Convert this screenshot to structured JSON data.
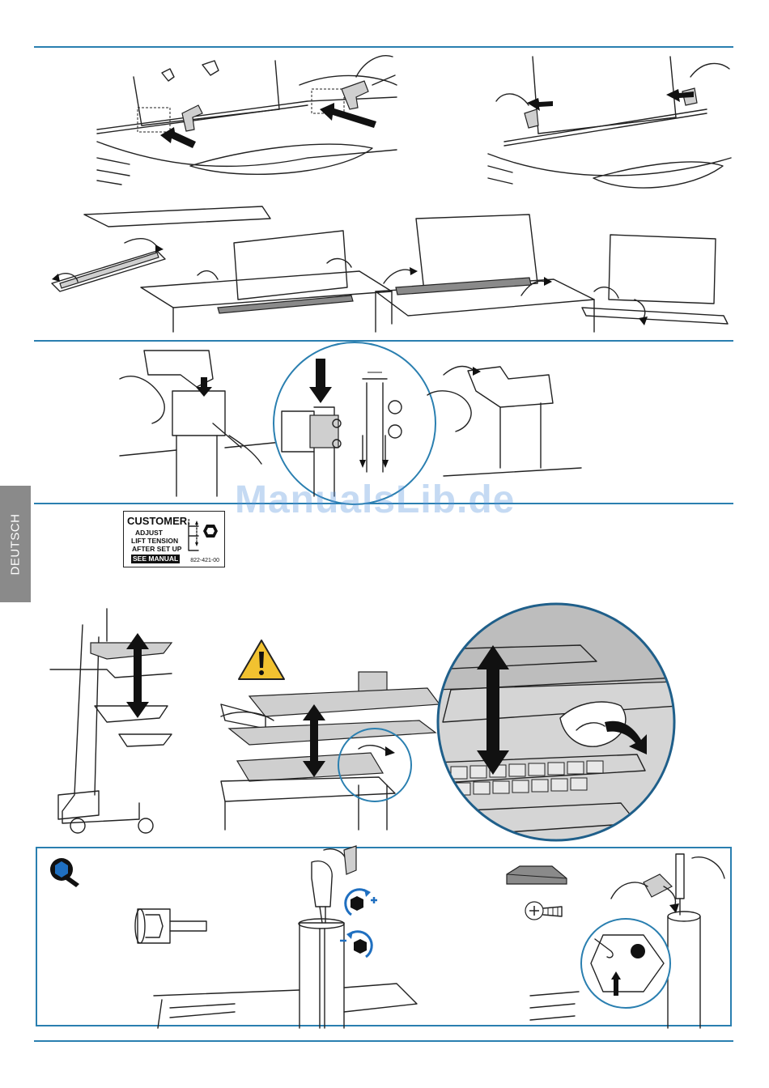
{
  "side_tab": {
    "label": "DEUTSCH"
  },
  "watermark": "ManualsLib.de",
  "lift_label": {
    "line1": "CUSTOMER:",
    "line2": "ADJUST",
    "line3": "LIFT TENSION",
    "line4": "AFTER SET UP",
    "line5": "SEE MANUAL",
    "code": "822-421-00"
  },
  "icons": [
    "warning-icon",
    "hex-wrench-icon",
    "rotate-clockwise-plus-icon",
    "rotate-counterclockwise-minus-icon"
  ],
  "colors": {
    "rule": "#2a7fb0",
    "warning": "#f2c230",
    "tab": "#8a8a8a",
    "hex": "#1f6fc0"
  }
}
